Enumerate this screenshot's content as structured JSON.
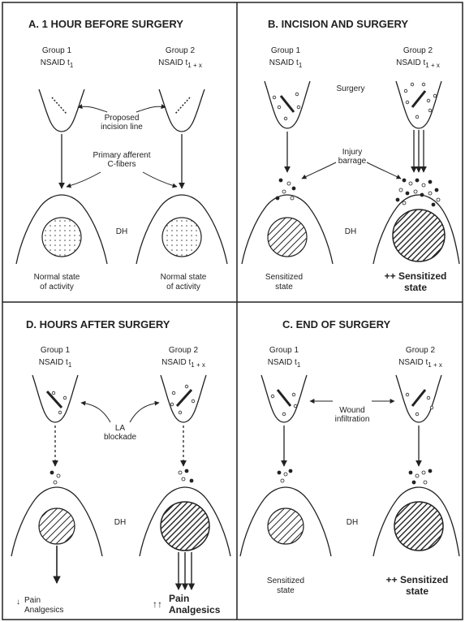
{
  "colors": {
    "stroke": "#222222",
    "background": "#ffffff"
  },
  "panels": {
    "a": {
      "title": "A. 1 HOUR BEFORE SURGERY",
      "group1": "Group 1",
      "drug1": "NSAID t",
      "sub1": "1",
      "group2": "Group 2",
      "drug2": "NSAID t",
      "sub2": "1 + x",
      "incision": [
        "Proposed",
        "incision line"
      ],
      "fibers": [
        "Primary afferent",
        "C-fibers"
      ],
      "dh": "DH",
      "state1": [
        "Normal state",
        "of activity"
      ],
      "state2": [
        "Normal state",
        "of activity"
      ]
    },
    "b": {
      "title": "B. INCISION AND SURGERY",
      "group1": "Group 1",
      "drug1": "NSAID t",
      "sub1": "1",
      "group2": "Group 2",
      "drug2": "NSAID t",
      "sub2": "1 + x",
      "surgery": "Surgery",
      "barrage": [
        "Injury",
        "barrage"
      ],
      "dh": "DH",
      "state1": [
        "Sensitized",
        "state"
      ],
      "state2": [
        "++ Sensitized",
        "state"
      ]
    },
    "c": {
      "title": "C. END OF SURGERY",
      "group1": "Group 1",
      "drug1": "NSAID t",
      "sub1": "1",
      "group2": "Group 2",
      "drug2": "NSAID t",
      "sub2": "1 + x",
      "infiltration": [
        "Wound",
        "infiltration"
      ],
      "dh": "DH",
      "state1": [
        "Sensitized",
        "state"
      ],
      "state2": [
        "++ Sensitized",
        "state"
      ]
    },
    "d": {
      "title": "D. HOURS AFTER SURGERY",
      "group1": "Group 1",
      "drug1": "NSAID t",
      "sub1": "1",
      "group2": "Group 2",
      "drug2": "NSAID t",
      "sub2": "1 + x",
      "blockade": [
        "LA",
        "blockade"
      ],
      "dh": "DH",
      "out1_arrow": "↓",
      "out1": [
        "Pain",
        "Analgesics"
      ],
      "out2_arrow": "↑↑",
      "out2": [
        "Pain",
        "Analgesics"
      ]
    }
  }
}
